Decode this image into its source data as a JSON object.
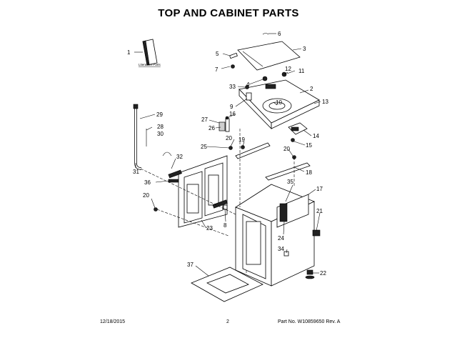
{
  "title": "TOP AND CABINET PARTS",
  "literature_label": "Literature Parts",
  "footer": {
    "date": "12/18/2015",
    "page": "2",
    "part_no": "Part No. W10859650  Rev. A"
  },
  "callouts": [
    "1",
    "2",
    "3",
    "4",
    "5",
    "6",
    "7",
    "8",
    "9",
    "10",
    "11",
    "12",
    "13",
    "14",
    "15",
    "16",
    "17",
    "18",
    "19",
    "20",
    "20",
    "20",
    "21",
    "22",
    "23",
    "24",
    "25",
    "26",
    "27",
    "28",
    "29",
    "30",
    "31",
    "32",
    "33",
    "34",
    "35",
    "36",
    "37"
  ]
}
